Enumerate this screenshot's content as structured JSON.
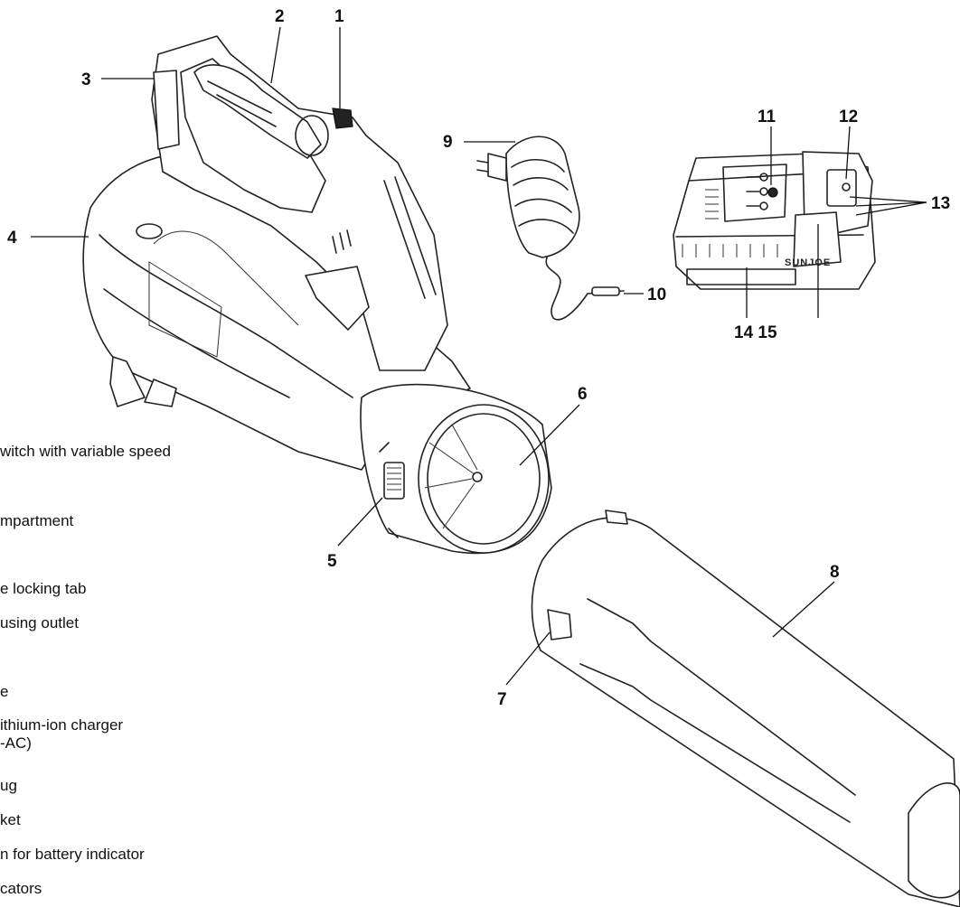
{
  "callouts": {
    "c1": "1",
    "c2": "2",
    "c3": "3",
    "c4": "4",
    "c5": "5",
    "c6": "6",
    "c7": "7",
    "c8": "8",
    "c9": "9",
    "c10": "10",
    "c11": "11",
    "c12": "12",
    "c13": "13",
    "c14_15": "14 15"
  },
  "battery_brand": "SUNJOE",
  "legend": [
    {
      "line1": "witch with variable speed"
    },
    {
      "line1": "mpartment"
    },
    {
      "line1": "e locking tab"
    },
    {
      "line1": "using outlet"
    },
    {
      "line1": "e"
    },
    {
      "line1": "ithium-ion charger",
      "line2": "-AC)"
    },
    {
      "line1": "ug"
    },
    {
      "line1": "ket"
    },
    {
      "line1": "n for battery indicator"
    },
    {
      "line1": "cators"
    }
  ]
}
